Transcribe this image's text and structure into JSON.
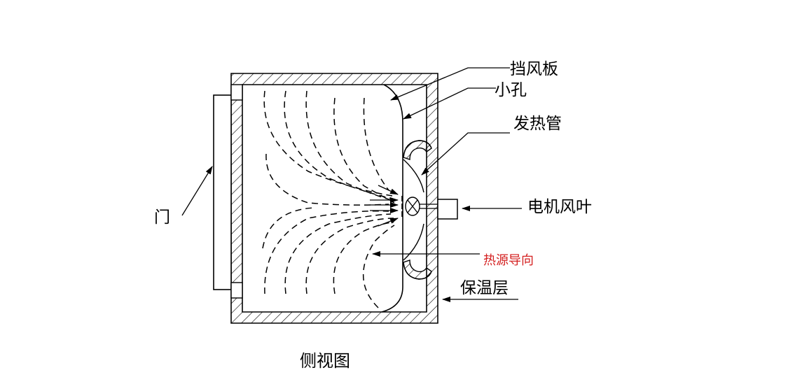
{
  "diagram": {
    "title": "侧视图",
    "labels": {
      "baffle": "挡风板",
      "small_hole": "小孔",
      "heating_tube": "发热管",
      "motor_fan": "电机风叶",
      "door": "门",
      "heat_direction": "热源导向",
      "insulation": "保温层"
    },
    "colors": {
      "line": "#000000",
      "hatch": "#000000",
      "heat_direction_label": "#d41f1f",
      "background": "#ffffff"
    }
  }
}
